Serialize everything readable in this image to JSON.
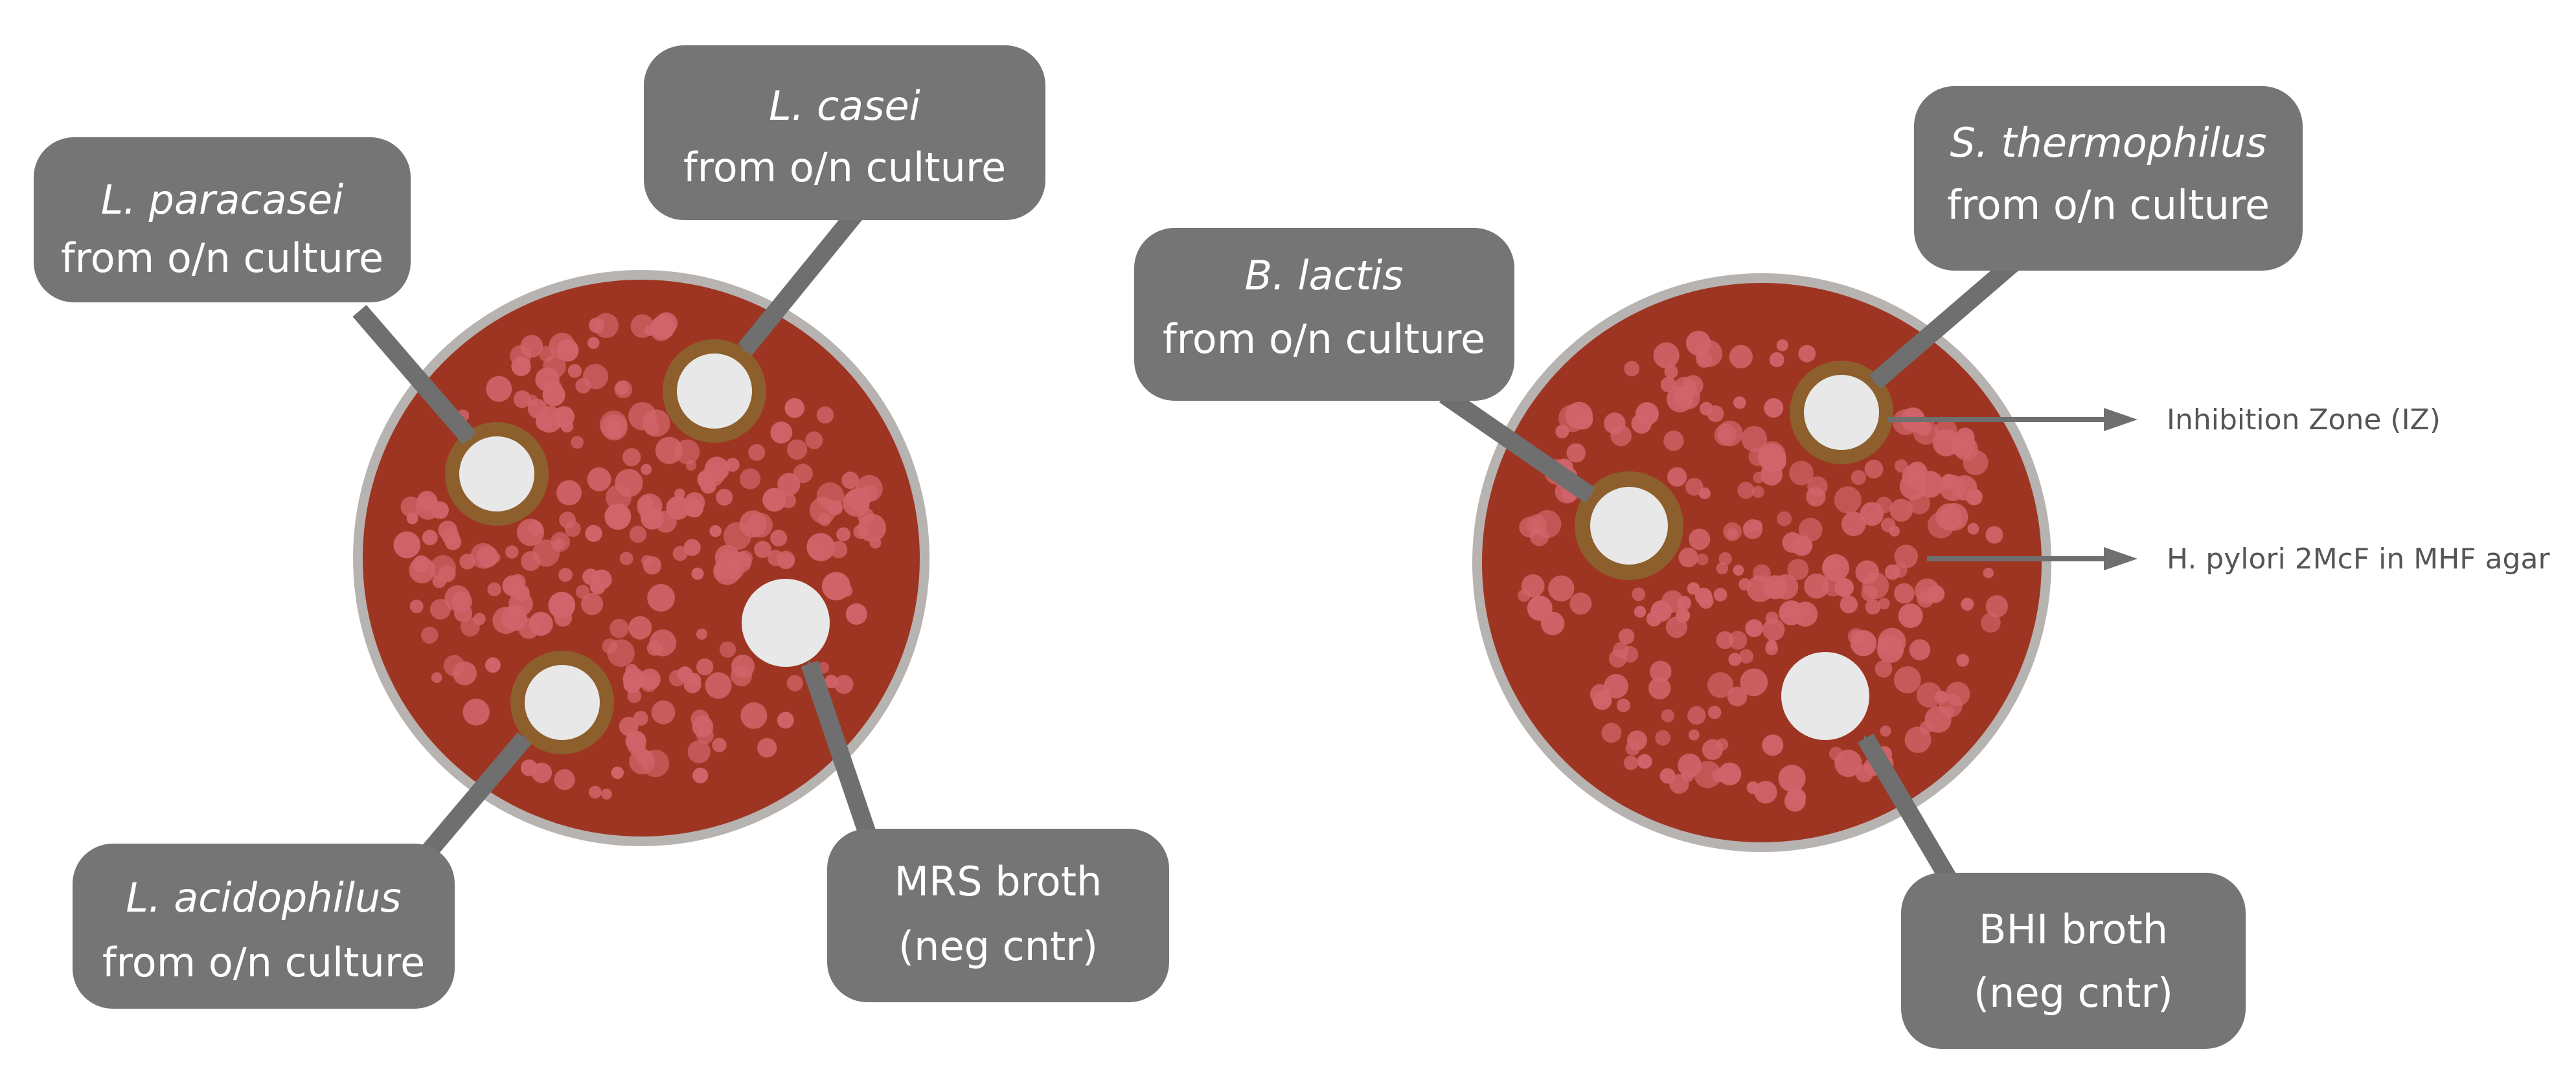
{
  "colors": {
    "agar": "#9e3522",
    "rim": "#b7b3b1",
    "colony": "#d0646a",
    "well": "#e8e8e8",
    "halo": "#8d5f2c",
    "callout": "#757575",
    "callout_text": "#ffffff",
    "arrow": "#6f6f6f",
    "side_label_text": "#555555"
  },
  "left_plate": {
    "labels": [
      {
        "id": "paracasei",
        "primary": "L. paracasei",
        "secondary": "from o/n culture"
      },
      {
        "id": "casei",
        "primary": "L. casei",
        "secondary": "from o/n culture"
      },
      {
        "id": "acidophilus",
        "primary": "L. acidophilus",
        "secondary": "from o/n culture"
      },
      {
        "id": "mrs",
        "primary": "MRS broth",
        "secondary": "(neg cntr)"
      }
    ]
  },
  "right_plate": {
    "labels": [
      {
        "id": "lactis",
        "primary": "B. lactis",
        "secondary": "from o/n culture"
      },
      {
        "id": "thermophilus",
        "primary": "S. thermophilus",
        "secondary": "from o/n culture"
      },
      {
        "id": "bhi",
        "primary": "BHI broth",
        "secondary": "(neg cntr)"
      }
    ]
  },
  "side_labels": {
    "inhibition_zone": "Inhibition Zone (IZ)",
    "agar_lawn": "H. pylori 2McF in MHF agar"
  }
}
